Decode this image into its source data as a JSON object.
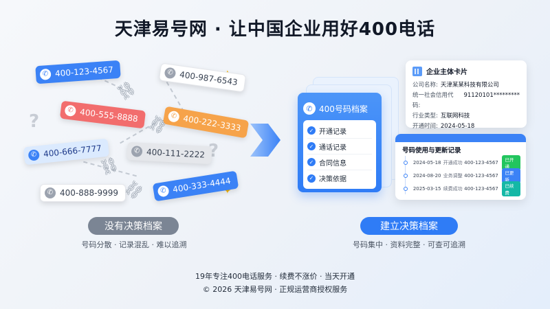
{
  "title": "天津易号网 · 让中国企业用好400电话",
  "left": {
    "tags": [
      {
        "number": "400-123-4567"
      },
      {
        "number": "400-987-6543"
      },
      {
        "number": "400-555-8888"
      },
      {
        "number": "400-222-3333"
      },
      {
        "number": "400-666-7777"
      },
      {
        "number": "400-111-2222"
      },
      {
        "number": "400-888-9999"
      },
      {
        "number": "400-333-4444"
      }
    ],
    "pill_label": "没有决策档案",
    "subtitle": "号码分散 · 记录混乱 · 难以追溯"
  },
  "right": {
    "folder": {
      "title": "400号码档案",
      "items": [
        "开通记录",
        "通话记录",
        "合同信息",
        "决策依据"
      ]
    },
    "company_card": {
      "title": "企业主体卡片",
      "rows": [
        {
          "key": "公司名称:",
          "value": "天津某某科技有限公司"
        },
        {
          "key": "统一社会信用代码:",
          "value": "91120101*********"
        },
        {
          "key": "行业类型:",
          "value": "互联网科技"
        },
        {
          "key": "开通时间:",
          "value": "2024-05-18"
        }
      ]
    },
    "records": {
      "title": "号码使用与更新记录",
      "rows": [
        {
          "date": "2024-05-18",
          "type": "开通成功",
          "number": "400-123-4567",
          "badge": "已开通",
          "color": "#22c55e"
        },
        {
          "date": "2024-08-20",
          "type": "业务调整",
          "number": "400-123-4567",
          "badge": "已更新",
          "color": "#3b82f6"
        },
        {
          "date": "2025-03-15",
          "type": "续费成功",
          "number": "400-123-4567",
          "badge": "已续费",
          "color": "#14b8a6"
        }
      ]
    },
    "pill_label": "建立决策档案",
    "subtitle": "号码集中 · 资料完整 · 可查可追溯"
  },
  "footer": {
    "line1": "19年专注400电话服务 · 续费不涨价 · 当天开通",
    "line2": "© 2026 天津易号网 · 正规运营商授权服务"
  },
  "colors": {
    "primary": "#2f7cf6",
    "gray_pill": "#7b8594"
  }
}
